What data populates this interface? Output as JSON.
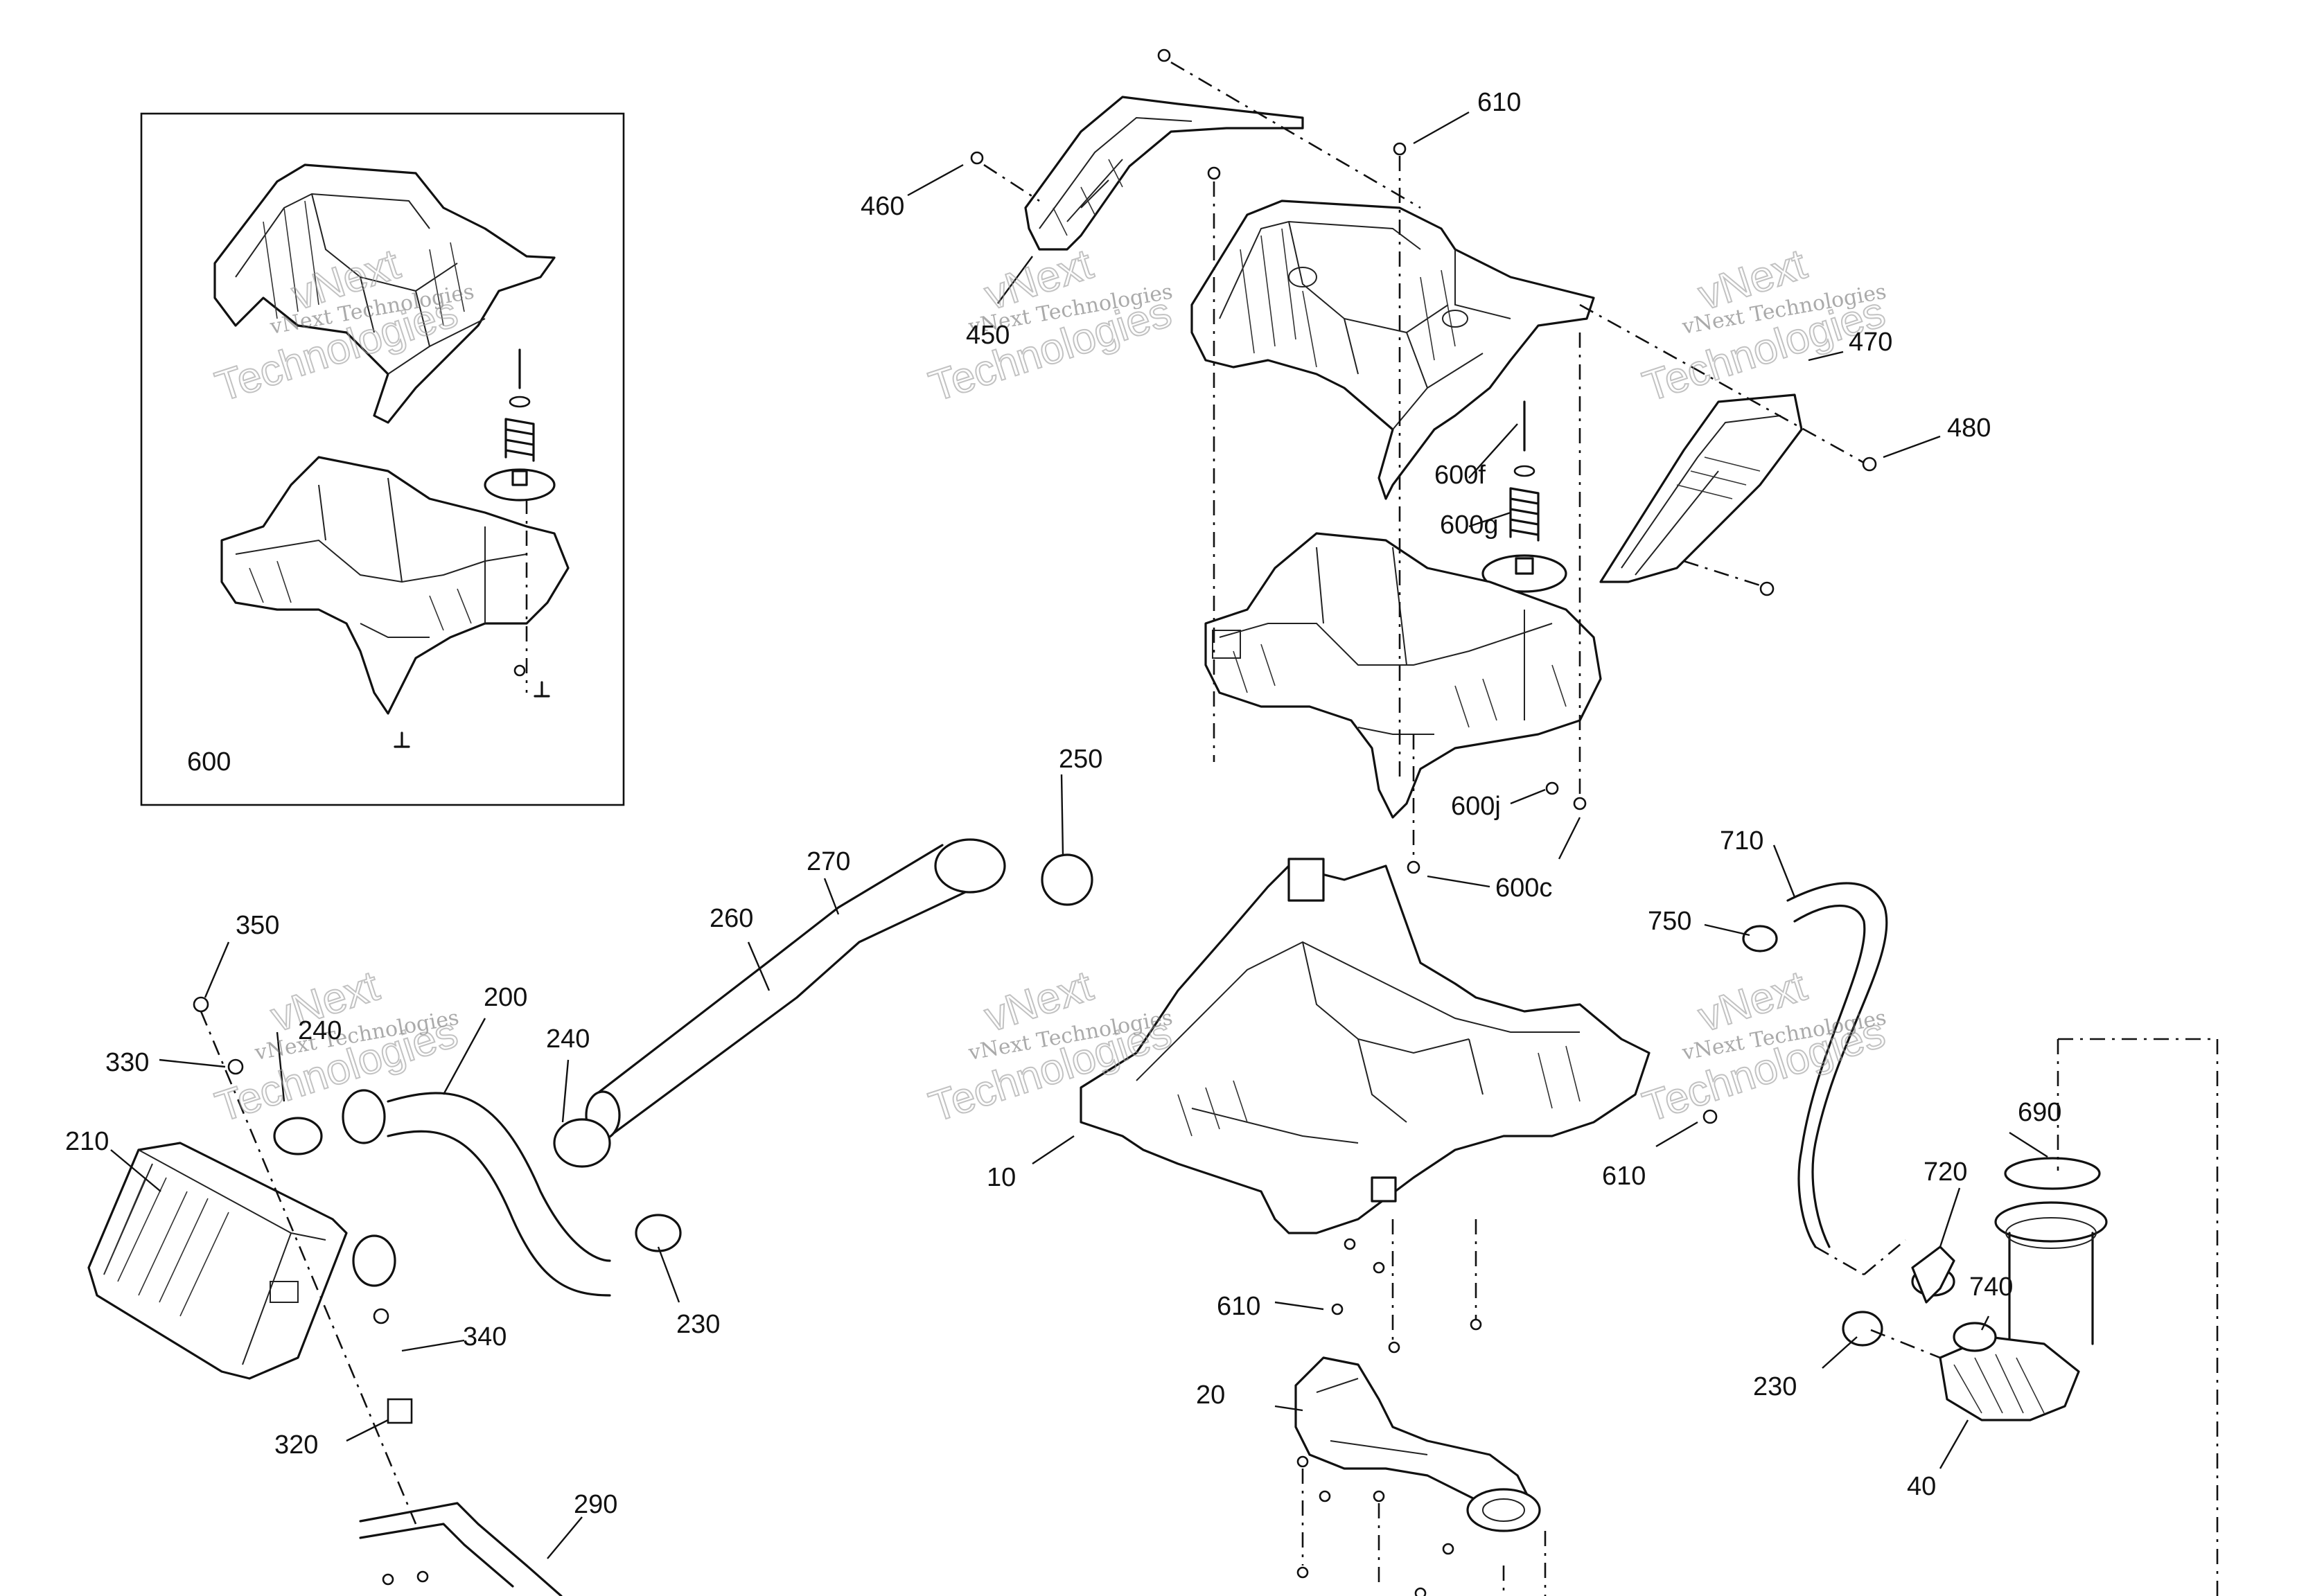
{
  "inset_box": {
    "label": "600"
  },
  "callouts": [
    {
      "id": "c10",
      "text": "10"
    },
    {
      "id": "c20",
      "text": "20"
    },
    {
      "id": "c40",
      "text": "40"
    },
    {
      "id": "c200",
      "text": "200"
    },
    {
      "id": "c210",
      "text": "210"
    },
    {
      "id": "c230a",
      "text": "230"
    },
    {
      "id": "c230b",
      "text": "230"
    },
    {
      "id": "c240a",
      "text": "240"
    },
    {
      "id": "c240b",
      "text": "240"
    },
    {
      "id": "c250",
      "text": "250"
    },
    {
      "id": "c260",
      "text": "260"
    },
    {
      "id": "c270",
      "text": "270"
    },
    {
      "id": "c290",
      "text": "290"
    },
    {
      "id": "c320",
      "text": "320"
    },
    {
      "id": "c330",
      "text": "330"
    },
    {
      "id": "c340",
      "text": "340"
    },
    {
      "id": "c350",
      "text": "350"
    },
    {
      "id": "c450",
      "text": "450"
    },
    {
      "id": "c460",
      "text": "460"
    },
    {
      "id": "c470",
      "text": "470"
    },
    {
      "id": "c480",
      "text": "480"
    },
    {
      "id": "c600c",
      "text": "600c"
    },
    {
      "id": "c600f",
      "text": "600f"
    },
    {
      "id": "c600g",
      "text": "600g"
    },
    {
      "id": "c600j",
      "text": "600j"
    },
    {
      "id": "c610a",
      "text": "610"
    },
    {
      "id": "c610b",
      "text": "610"
    },
    {
      "id": "c610c",
      "text": "610"
    },
    {
      "id": "c690",
      "text": "690"
    },
    {
      "id": "c710",
      "text": "710"
    },
    {
      "id": "c720",
      "text": "720"
    },
    {
      "id": "c740",
      "text": "740"
    },
    {
      "id": "c750",
      "text": "750"
    }
  ],
  "watermark": {
    "line1": "vNext Technologies",
    "line2": "vNext",
    "line3": "Technologies"
  }
}
